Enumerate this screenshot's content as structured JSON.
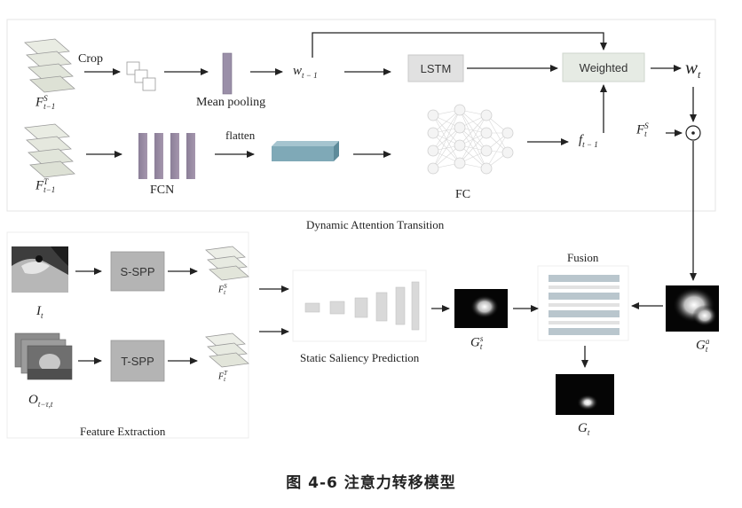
{
  "top": {
    "crop": "Crop",
    "mean_pooling": "Mean pooling",
    "flatten": "flatten",
    "w_prev": "w",
    "w_prev_sub": "t − 1",
    "lstm": "LSTM",
    "weighted": "Weighted",
    "w_out": "w",
    "w_out_sub": "t",
    "fs_prev": "F",
    "fs_prev_sup": "S",
    "fs_prev_sub": "t−1",
    "ft_prev": "F",
    "ft_prev_sup": "T",
    "ft_prev_sub": "t−1",
    "fcn": "FCN",
    "fc": "FC",
    "f_prev": "f",
    "f_prev_sub": "t − 1",
    "fs_right": "F",
    "fs_right_sup": "S",
    "fs_right_sub": "t",
    "odot": "⊙",
    "section_title": "Dynamic Attention Transition"
  },
  "bottom": {
    "s_spp": "S-SPP",
    "t_spp": "T-SPP",
    "i_t": "I",
    "i_t_sub": "t",
    "o_t": "O",
    "o_t_sub": "t−τ,t",
    "fs_t": "F",
    "fs_t_sup": "S",
    "fs_t_sub": "t",
    "ft_t": "F",
    "ft_t_sup": "T",
    "ft_t_sub": "t",
    "static_title": "Static Saliency Prediction",
    "gs": "G",
    "gs_sup": "s",
    "gs_sub": "t",
    "fusion": "Fusion",
    "ga": "G",
    "ga_sup": "a",
    "ga_sub": "t",
    "g": "G",
    "g_sub": "t",
    "feature_title": "Feature Extraction"
  },
  "caption": "图 4-6  注意力转移模型"
}
